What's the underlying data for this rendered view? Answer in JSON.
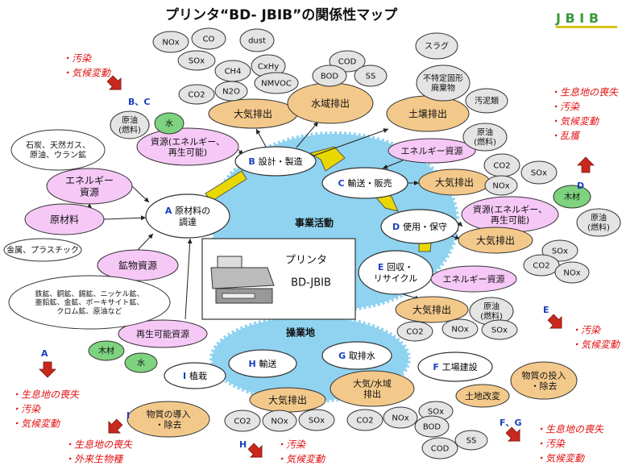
{
  "title": "プリンタ“BD- JBIB”の関係性マップ",
  "logo": {
    "text": "JBIB",
    "colors": {
      "primary": "#3a9a3a",
      "accent": "#d8c21a"
    }
  },
  "center": {
    "line1": "プリンタ",
    "line2": "BD-JBIB",
    "icon": "printer-icon"
  },
  "regions": {
    "business": "事業活動",
    "site": "操業地"
  },
  "stages": {
    "procurement": {
      "letter": "A",
      "label": "原材料の\n調達"
    },
    "design": {
      "letter": "B",
      "label": "設計・製造"
    },
    "transport": {
      "letter": "C",
      "label": "輸送・販売"
    },
    "use": {
      "letter": "D",
      "label": "使用・保守"
    },
    "recycle": {
      "letter": "E",
      "label": "回収・\nリサイクル"
    },
    "factory": {
      "letter": "F",
      "label": "工場建設"
    },
    "water": {
      "letter": "G",
      "label": "取排水"
    },
    "transport2": {
      "letter": "H",
      "label": "輸送"
    },
    "planting": {
      "letter": "I",
      "label": "植栽"
    }
  },
  "resources": {
    "energy_resource": "エネルギー\n資源",
    "raw_material": "原材料",
    "mineral": "鉱物資源",
    "renewable": "再生可能資源",
    "design_resource": "資源(エネルギー、\n再生可能)",
    "c_energy": "エネルギー資源",
    "d_resource": "資源(エネルギー、\n再生可能)",
    "e_energy": "エネルギー資源"
  },
  "impacts": {
    "b_air": "大気排出",
    "b_water": "水域排出",
    "b_soil": "土壌排出",
    "c_air": "大気排出",
    "d_air": "大気排出",
    "e_air": "大気排出",
    "h_air": "大気排出",
    "g_airwater": "大気/水域\n排出",
    "f_input": "物質の投入\n・除去",
    "f_land": "土地改変",
    "i_intro": "物質の導入\n・除去"
  },
  "notes": {
    "coal": "石炭、天然ガス、\n原油、ウラン鉱",
    "metal": "金属、プラスチック",
    "ore": "鉄鉱、銅鉱、錫鉱、ニッケル鉱、\n亜鉛鉱、金鉱、ボーキサイト鉱、\nクロム鉱、原油など"
  },
  "bubbles": [
    {
      "id": "nox1",
      "text": "NOx"
    },
    {
      "id": "co1",
      "text": "CO"
    },
    {
      "id": "sox1",
      "text": "SOx"
    },
    {
      "id": "dust",
      "text": "dust"
    },
    {
      "id": "ch4",
      "text": "CH4"
    },
    {
      "id": "cxhy",
      "text": "CxHy"
    },
    {
      "id": "n2o",
      "text": "N2O"
    },
    {
      "id": "nmvoc",
      "text": "NMVOC"
    },
    {
      "id": "co2a",
      "text": "CO2"
    },
    {
      "id": "cod1",
      "text": "COD"
    },
    {
      "id": "bod1",
      "text": "BOD"
    },
    {
      "id": "ss1",
      "text": "SS"
    },
    {
      "id": "slag",
      "text": "スラグ"
    },
    {
      "id": "waste",
      "text": "不特定固形\n廃棄物"
    },
    {
      "id": "sludge",
      "text": "汚泥類"
    },
    {
      "id": "oil_b",
      "text": "原油\n(燃料)"
    },
    {
      "id": "water_b",
      "text": "水"
    },
    {
      "id": "oil_c",
      "text": "原油\n(燃料)"
    },
    {
      "id": "co2c",
      "text": "CO2"
    },
    {
      "id": "soxc",
      "text": "SOx"
    },
    {
      "id": "noxc",
      "text": "NOx"
    },
    {
      "id": "wood_d",
      "text": "木材"
    },
    {
      "id": "oil_d",
      "text": "原油\n(燃料)"
    },
    {
      "id": "soxd",
      "text": "SOx"
    },
    {
      "id": "co2d",
      "text": "CO2"
    },
    {
      "id": "noxd",
      "text": "NOx"
    },
    {
      "id": "oil_e",
      "text": "原油\n(燃料)"
    },
    {
      "id": "co2e",
      "text": "CO2"
    },
    {
      "id": "noxe",
      "text": "NOx"
    },
    {
      "id": "soxe",
      "text": "SOx"
    },
    {
      "id": "wood_a",
      "text": "木材"
    },
    {
      "id": "water_a",
      "text": "水"
    },
    {
      "id": "co2h",
      "text": "CO2"
    },
    {
      "id": "noxh",
      "text": "NOx"
    },
    {
      "id": "soxh",
      "text": "SOx"
    },
    {
      "id": "co2g",
      "text": "CO2"
    },
    {
      "id": "noxg",
      "text": "NOx"
    },
    {
      "id": "soxg",
      "text": "SOx"
    },
    {
      "id": "bodg",
      "text": "BOD"
    },
    {
      "id": "codg",
      "text": "COD"
    },
    {
      "id": "ssg",
      "text": "SS"
    }
  ],
  "risks": {
    "bc": {
      "label": "B、C",
      "items": [
        "・汚染",
        "・気候変動"
      ]
    },
    "d": {
      "label": "D",
      "items": [
        "・生息地の喪失",
        "・汚染",
        "・気候変動",
        "・乱獲"
      ]
    },
    "a": {
      "label": "A",
      "items": [
        "・生息地の喪失",
        "・汚染",
        "・気候変動"
      ]
    },
    "e": {
      "label": "E",
      "items": [
        "・汚染",
        "・気候変動"
      ]
    },
    "i": {
      "label": "I",
      "items": [
        "・生息地の喪失",
        "・外来生物種"
      ]
    },
    "h": {
      "label": "H",
      "items": [
        "・汚染",
        "・気候変動"
      ]
    },
    "fg": {
      "label": "F、G",
      "items": [
        "・生息地の喪失",
        "・汚染",
        "・気候変動"
      ]
    }
  },
  "colors": {
    "stage": "#ffffff",
    "resource": "#f6c8f6",
    "impact": "#f3c98b",
    "gas": "#e4e4e4",
    "green": "#7ed37e",
    "cloud": "#8fd3f0",
    "arrow": "#e8d800",
    "risk": "#e01010",
    "letter": "#1a3fc0"
  }
}
